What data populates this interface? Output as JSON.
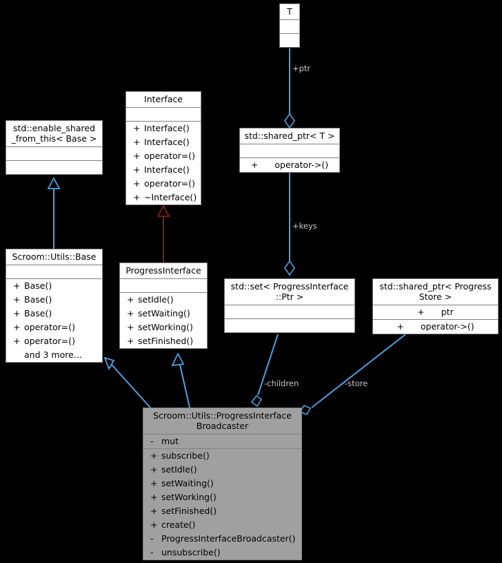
{
  "diagram": {
    "kind": "uml-class-diagram",
    "background": "#000000",
    "colors": {
      "node_border": "#808080",
      "node_fill": "#ffffff",
      "highlight_fill": "#a0a0a0",
      "association_line": "#4BA3E3",
      "inheritance_blue": "#4BA3E3",
      "inheritance_red": "#8B1A1A",
      "edge_label_text": "#c8c8c8"
    }
  },
  "nodes": {
    "t_param": {
      "title": "T",
      "attributes": [],
      "operations": []
    },
    "shared_ptr_t": {
      "title": "std::shared_ptr< T >",
      "attributes": [],
      "operations": [
        {
          "visibility": "+",
          "label": "operator->()"
        }
      ]
    },
    "interface": {
      "title": "Interface",
      "attributes": [],
      "operations": [
        {
          "visibility": "+",
          "label": "Interface()"
        },
        {
          "visibility": "+",
          "label": "Interface()"
        },
        {
          "visibility": "+",
          "label": "operator=()"
        },
        {
          "visibility": "+",
          "label": "Interface()"
        },
        {
          "visibility": "+",
          "label": "operator=()"
        },
        {
          "visibility": "+",
          "label": "~Interface()"
        }
      ]
    },
    "enable_shared_from_this": {
      "title": "std::enable_shared\n_from_this< Base >",
      "attributes": [],
      "operations": []
    },
    "base": {
      "title": "Scroom::Utils::Base",
      "attributes": [],
      "operations": [
        {
          "visibility": "+",
          "label": "Base()"
        },
        {
          "visibility": "+",
          "label": "Base()"
        },
        {
          "visibility": "+",
          "label": "Base()"
        },
        {
          "visibility": "+",
          "label": "operator=()"
        },
        {
          "visibility": "+",
          "label": "operator=()"
        },
        {
          "visibility": "",
          "label": "and 3 more..."
        }
      ]
    },
    "progress_interface": {
      "title": "ProgressInterface",
      "attributes": [],
      "operations": [
        {
          "visibility": "+",
          "label": "setIdle()"
        },
        {
          "visibility": "+",
          "label": "setWaiting()"
        },
        {
          "visibility": "+",
          "label": "setWorking()"
        },
        {
          "visibility": "+",
          "label": "setFinished()"
        }
      ]
    },
    "set_progress_interface_ptr": {
      "title": "std::set< ProgressInterface\n::Ptr >",
      "attributes": [],
      "operations": []
    },
    "shared_ptr_progress_store": {
      "title": "std::shared_ptr< Progress\nStore >",
      "attributes": [
        {
          "visibility": "+",
          "label": "ptr"
        }
      ],
      "operations": [
        {
          "visibility": "+",
          "label": "operator->()"
        }
      ]
    },
    "broadcaster": {
      "title": "Scroom::Utils::ProgressInterface\nBroadcaster",
      "attributes": [
        {
          "visibility": "-",
          "label": "mut"
        }
      ],
      "operations": [
        {
          "visibility": "+",
          "label": "subscribe()"
        },
        {
          "visibility": "+",
          "label": "setIdle()"
        },
        {
          "visibility": "+",
          "label": "setWaiting()"
        },
        {
          "visibility": "+",
          "label": "setWorking()"
        },
        {
          "visibility": "+",
          "label": "setFinished()"
        },
        {
          "visibility": "+",
          "label": "create()"
        },
        {
          "visibility": "-",
          "label": "ProgressInterfaceBroadcaster()"
        },
        {
          "visibility": "-",
          "label": "unsubscribe()"
        }
      ]
    }
  },
  "edge_labels": {
    "ptr": "+ptr",
    "keys": "+keys",
    "children": "-children",
    "store": "-store"
  }
}
